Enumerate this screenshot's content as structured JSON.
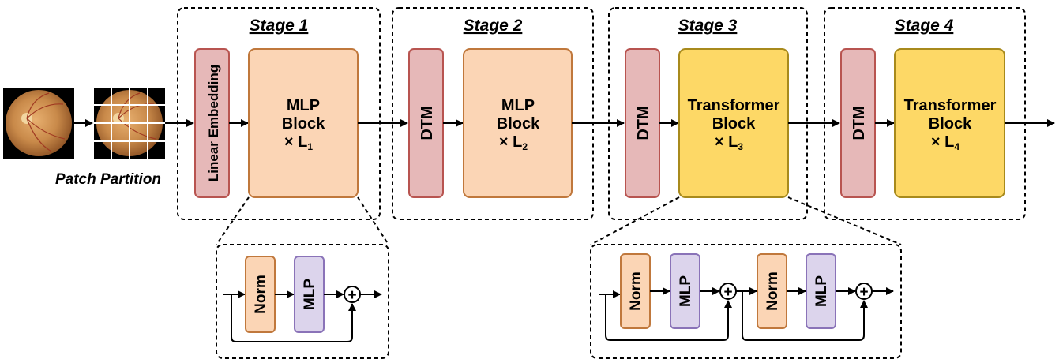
{
  "patch_label": "Patch Partition",
  "stages": [
    {
      "title": "Stage 1",
      "pre_block": "Linear Embedding",
      "block_line1": "MLP",
      "block_line2": "Block",
      "block_mult": "× L",
      "block_sub": "1"
    },
    {
      "title": "Stage 2",
      "pre_block": "DTM",
      "block_line1": "MLP",
      "block_line2": "Block",
      "block_mult": "× L",
      "block_sub": "2"
    },
    {
      "title": "Stage 3",
      "pre_block": "DTM",
      "block_line1": "Transformer",
      "block_line2": "Block",
      "block_mult": "× L",
      "block_sub": "3"
    },
    {
      "title": "Stage 4",
      "pre_block": "DTM",
      "block_line1": "Transformer",
      "block_line2": "Block",
      "block_mult": "× L",
      "block_sub": "4"
    }
  ],
  "mlp_detail": {
    "norm": "Norm",
    "mlp": "MLP",
    "add": "+"
  },
  "transformer_detail": {
    "norm1": "Norm",
    "mlp1": "MLP",
    "norm2": "Norm",
    "mlp2": "MLP",
    "add": "+"
  },
  "colors": {
    "pink_fill": "#e6b8b8",
    "pink_stroke": "#b85450",
    "peach_fill": "#fbd5b5",
    "peach_stroke": "#c0783c",
    "yellow_fill": "#fdd866",
    "yellow_stroke": "#a88a1c",
    "lavender_fill": "#dcd4ec",
    "lavender_stroke": "#8a73b8",
    "retina_bg": "#c98a4a"
  }
}
